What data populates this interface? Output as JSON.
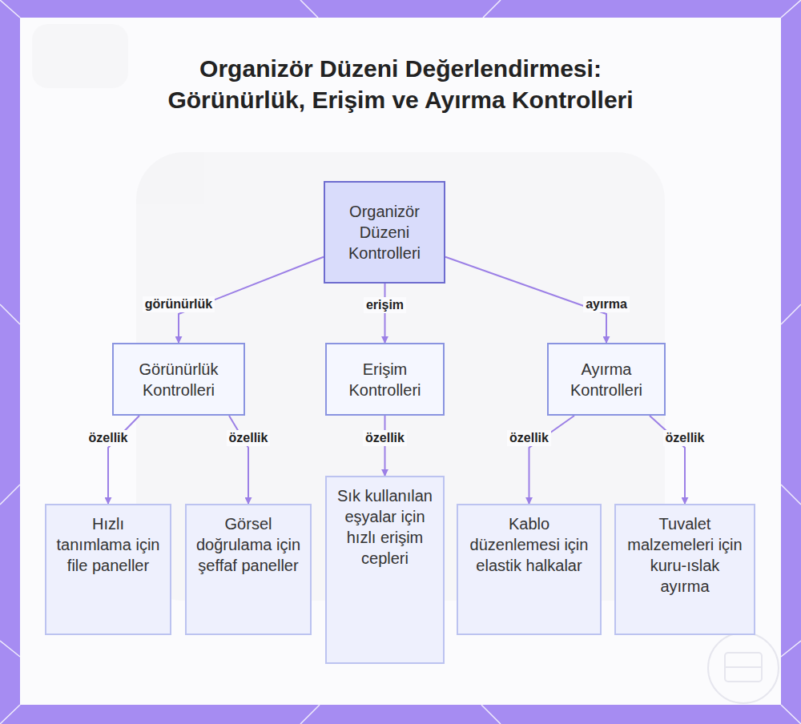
{
  "diagram": {
    "title": "Organizör Düzeni Değerlendirmesi: Görünürlük, Erişim ve Ayırma Kontrolleri",
    "nodes": [
      {
        "text": [
          "Organizör Düzeni Kontrolleri"
        ]
      },
      {
        "text": [
          "Görünürlük Kontrolleri"
        ]
      },
      {
        "text": [
          "Erişim Kontrolleri"
        ]
      },
      {
        "text": [
          "Ayırma Kontrolleri"
        ]
      },
      {
        "text": [
          "Hızlı tanımlama için file paneller"
        ]
      },
      {
        "text": [
          "Görsel doğrulama için şeffaf paneller"
        ]
      },
      {
        "text": [
          "Sık kullanılan eşyalar için hızlı erişim cepleri"
        ]
      },
      {
        "text": [
          "Kablo düzenlemesi için elastik halkalar"
        ]
      },
      {
        "text": [
          "Tuvalet malzemeleri için kuru-ıslak ayırma"
        ]
      }
    ],
    "edges": [
      {
        "from": 0,
        "to": 1,
        "label": "görünürlük",
        "arrow": "to"
      },
      {
        "from": 0,
        "to": 2,
        "label": "erişim",
        "arrow": "to"
      },
      {
        "from": 0,
        "to": 3,
        "label": "ayırma",
        "arrow": "to"
      },
      {
        "from": 1,
        "to": 4,
        "label": "özellik",
        "arrow": "to"
      },
      {
        "from": 1,
        "to": 5,
        "label": "özellik",
        "arrow": "to"
      },
      {
        "from": 2,
        "to": 6,
        "label": "özellik",
        "arrow": "to"
      },
      {
        "from": 3,
        "to": 7,
        "label": "özellik",
        "arrow": "to"
      },
      {
        "from": 3,
        "to": 8,
        "label": "özellik",
        "arrow": "to"
      }
    ]
  }
}
